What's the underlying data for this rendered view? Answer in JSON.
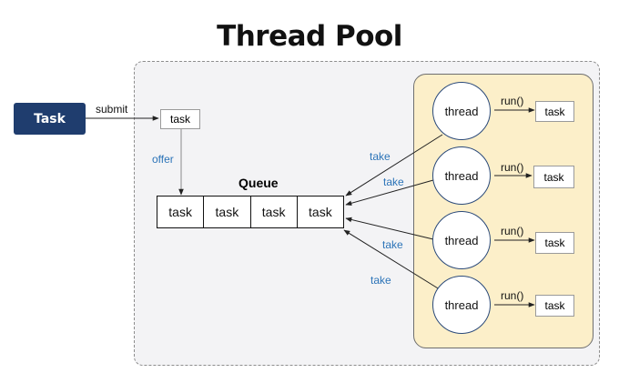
{
  "title": "Thread Pool",
  "task_button": {
    "label": "Task"
  },
  "submit_label": "submit",
  "pending_task": {
    "label": "task"
  },
  "offer_label": "offer",
  "queue": {
    "title": "Queue",
    "cells": [
      "task",
      "task",
      "task",
      "task"
    ]
  },
  "take_label": "take",
  "threads": [
    {
      "label": "thread",
      "run_label": "run()",
      "task_label": "task"
    },
    {
      "label": "thread",
      "run_label": "run()",
      "task_label": "task"
    },
    {
      "label": "thread",
      "run_label": "run()",
      "task_label": "task"
    },
    {
      "label": "thread",
      "run_label": "run()",
      "task_label": "task"
    }
  ],
  "colors": {
    "task_button_bg": "#1f3d6e",
    "thread_panel_bg": "#fcefc9",
    "pool_bg": "#f3f3f5",
    "take_label": "#2c74b8"
  }
}
